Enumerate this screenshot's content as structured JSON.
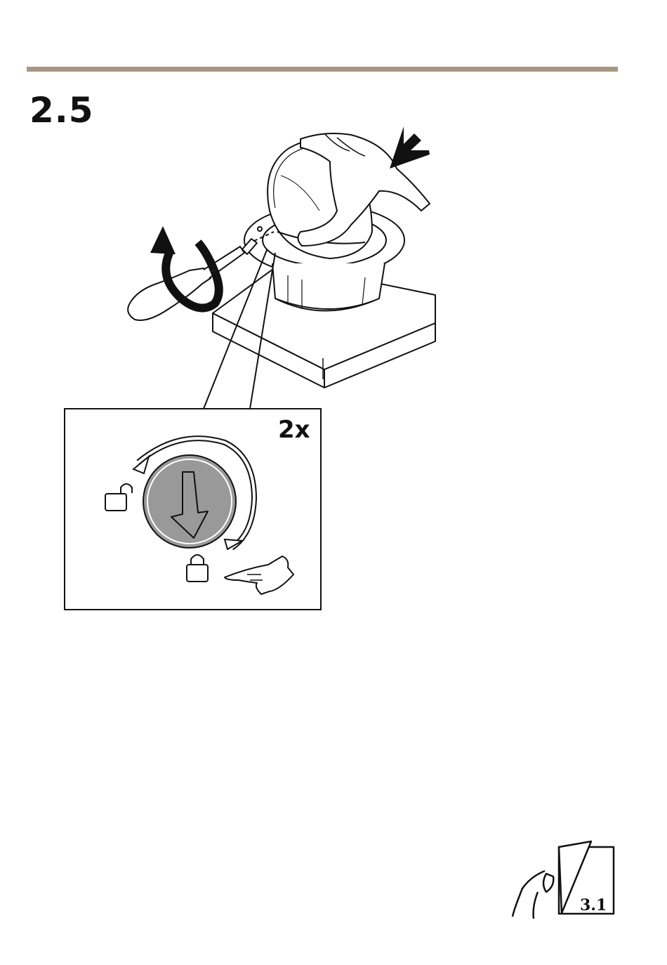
{
  "step": {
    "number": "2.5"
  },
  "inset": {
    "repeat": "2x"
  },
  "reference": {
    "next_step": "3.1"
  },
  "icons": {
    "push": "push-arrow-icon",
    "rotate": "rotate-arrow-icon",
    "screwdriver": "screwdriver-icon",
    "unlock": "unlock-icon",
    "lock": "lock-icon",
    "pointing_hand": "pointing-hand-icon",
    "page_turn": "page-turn-icon"
  },
  "colors": {
    "rule": "#a89684",
    "knob_fill": "#999999",
    "ink": "#111111"
  }
}
